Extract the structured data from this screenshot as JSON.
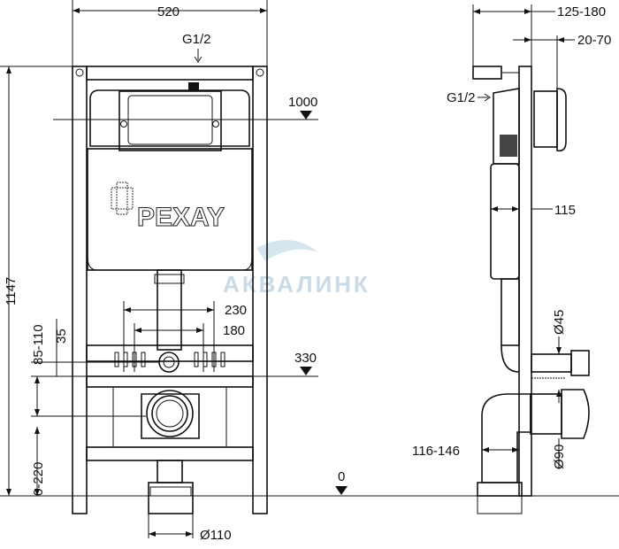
{
  "front_view": {
    "width_dim": "520",
    "inlet_label": "G1/2",
    "height_dim": "1147",
    "level_1000": "1000",
    "dim_230": "230",
    "dim_180": "180",
    "dim_35": "35",
    "dim_85_110": "85-110",
    "level_330": "330",
    "dim_0_220": "0-220",
    "level_0": "0",
    "outlet_dia": "Ø110",
    "brand": "PEXAY"
  },
  "side_view": {
    "depth_dim": "125-180",
    "wall_dim": "20-70",
    "inlet_label": "G1/2",
    "tank_dim": "115",
    "pipe_small_dia": "Ø45",
    "outlet_offset": "116-146",
    "pipe_large_dia": "Ø90"
  },
  "watermark": "АКВАЛИНК"
}
